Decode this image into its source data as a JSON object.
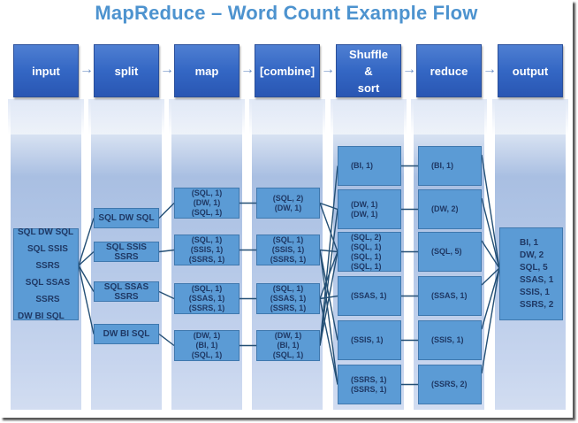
{
  "title": "MapReduce – Word Count Example Flow",
  "stages": [
    {
      "id": "input",
      "label": "input"
    },
    {
      "id": "split",
      "label": "split"
    },
    {
      "id": "map",
      "label": "map"
    },
    {
      "id": "combine",
      "label": "[combine]"
    },
    {
      "id": "shuffle",
      "label": "Shuffle\n&\nsort",
      "lines": [
        "Shuffle",
        "&",
        "sort"
      ]
    },
    {
      "id": "reduce",
      "label": "reduce"
    },
    {
      "id": "output",
      "label": "output"
    }
  ],
  "arrow_glyph": "→",
  "input": {
    "lines": [
      "SQL DW SQL",
      "SQL SSIS SSRS",
      "SQL SSAS SSRS",
      "DW BI SQL"
    ]
  },
  "split": [
    {
      "lines": [
        "SQL DW SQL"
      ]
    },
    {
      "lines": [
        "SQL SSIS SSRS"
      ]
    },
    {
      "lines": [
        "SQL SSAS SSRS"
      ]
    },
    {
      "lines": [
        "DW BI SQL"
      ]
    }
  ],
  "map": [
    {
      "lines": [
        "(SQL, 1)",
        "(DW, 1)",
        "(SQL, 1)"
      ]
    },
    {
      "lines": [
        "(SQL, 1)",
        "(SSIS, 1)",
        "(SSRS, 1)"
      ]
    },
    {
      "lines": [
        "(SQL, 1)",
        "(SSAS, 1)",
        "(SSRS, 1)"
      ]
    },
    {
      "lines": [
        "(DW, 1)",
        "(BI, 1)",
        "(SQL, 1)"
      ]
    }
  ],
  "combine": [
    {
      "lines": [
        "(SQL, 2)",
        "(DW, 1)"
      ]
    },
    {
      "lines": [
        "(SQL, 1)",
        "(SSIS, 1)",
        "(SSRS, 1)"
      ]
    },
    {
      "lines": [
        "(SQL, 1)",
        "(SSAS, 1)",
        "(SSRS, 1)"
      ]
    },
    {
      "lines": [
        "(DW, 1)",
        "(BI, 1)",
        "(SQL, 1)"
      ]
    }
  ],
  "shuffle": [
    {
      "lines": [
        "(BI, 1)"
      ]
    },
    {
      "lines": [
        "(DW, 1)",
        "(DW, 1)"
      ]
    },
    {
      "lines": [
        "(SQL, 2)",
        "(SQL, 1)",
        "(SQL, 1)",
        "(SQL, 1)"
      ]
    },
    {
      "lines": [
        "(SSAS, 1)"
      ]
    },
    {
      "lines": [
        "(SSIS, 1)"
      ]
    },
    {
      "lines": [
        "(SSRS, 1)",
        "(SSRS, 1)"
      ]
    }
  ],
  "reduce": [
    {
      "lines": [
        "(BI, 1)"
      ]
    },
    {
      "lines": [
        "(DW, 2)"
      ]
    },
    {
      "lines": [
        "(SQL, 5)"
      ]
    },
    {
      "lines": [
        "(SSAS, 1)"
      ]
    },
    {
      "lines": [
        "(SSIS, 1)"
      ]
    },
    {
      "lines": [
        "(SSRS, 2)"
      ]
    }
  ],
  "output": {
    "lines": [
      "BI, 1",
      "DW, 2",
      "SQL, 5",
      "SSAS, 1",
      "SSIS, 1",
      "SSRS, 2"
    ]
  },
  "shuffle_links": [
    {
      "from": 0,
      "to": [
        1,
        2
      ]
    },
    {
      "from": 1,
      "to": [
        2,
        4,
        5
      ]
    },
    {
      "from": 2,
      "to": [
        2,
        3,
        5
      ]
    },
    {
      "from": 3,
      "to": [
        0,
        1,
        2
      ]
    }
  ],
  "colors": {
    "title": "#4d93cf",
    "header": "#3467c4",
    "box": "#5b9bd5",
    "box_text": "#1f3864",
    "connector": "#234f75"
  }
}
